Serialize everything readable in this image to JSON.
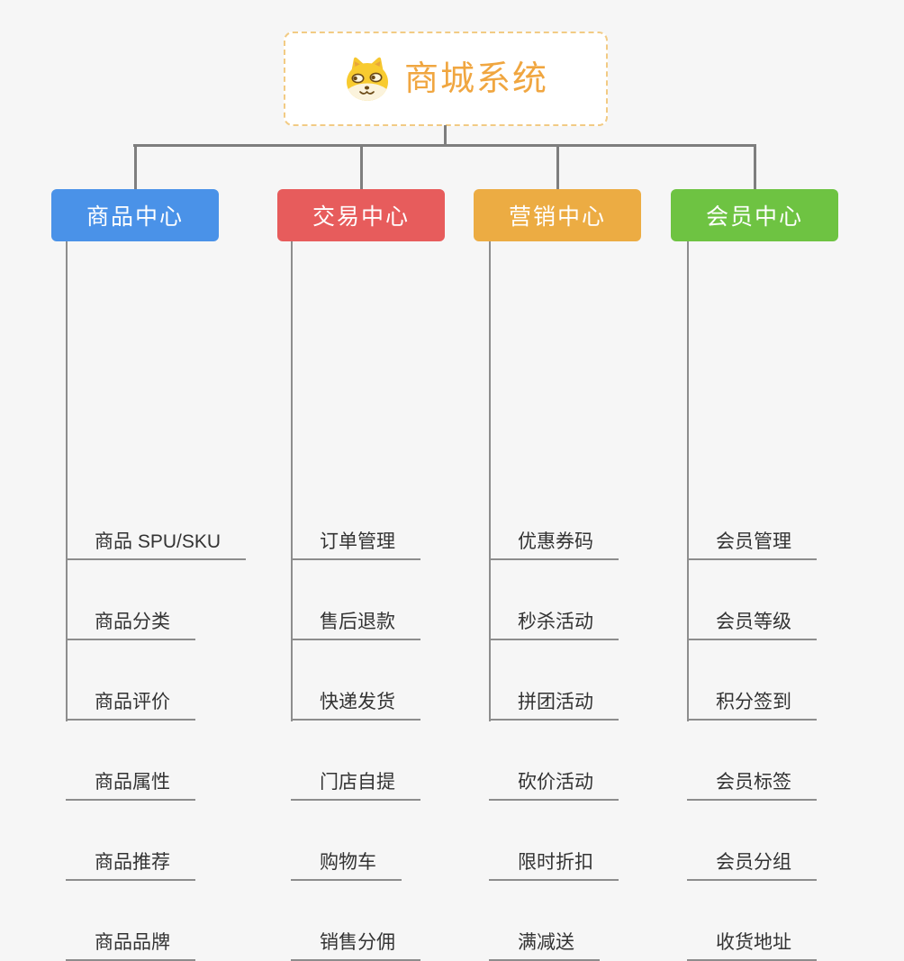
{
  "root": {
    "title": "商城系统",
    "title_color": "#F0A640",
    "border_color": "#F2CB84",
    "icon": "doge-dog-face-icon"
  },
  "connector_color": "#7E7E7E",
  "subtree_line_color": "#8D8D8D",
  "leaf_text_color": "#333333",
  "background_color": "#F6F6F6",
  "branches": [
    {
      "label": "商品中心",
      "color": "#4A92E8",
      "items": [
        "商品 SPU/SKU",
        "商品分类",
        "商品评价",
        "商品属性",
        "商品推荐",
        "商品品牌"
      ]
    },
    {
      "label": "交易中心",
      "color": "#E75C5C",
      "items": [
        "订单管理",
        "售后退款",
        "快递发货",
        "门店自提",
        "购物车",
        "销售分佣"
      ]
    },
    {
      "label": "营销中心",
      "color": "#ECAC43",
      "items": [
        "优惠券码",
        "秒杀活动",
        "拼团活动",
        "砍价活动",
        "限时折扣",
        "满减送"
      ]
    },
    {
      "label": "会员中心",
      "color": "#6EC342",
      "items": [
        "会员管理",
        "会员等级",
        "积分签到",
        "会员标签",
        "会员分组",
        "收货地址"
      ]
    }
  ]
}
